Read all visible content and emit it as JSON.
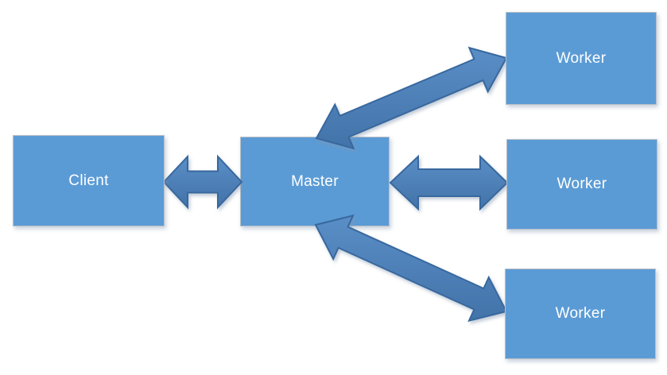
{
  "diagram": {
    "type": "architecture-topology",
    "nodes": [
      {
        "id": "client",
        "label": "Client"
      },
      {
        "id": "master",
        "label": "Master"
      },
      {
        "id": "worker-1",
        "label": "Worker"
      },
      {
        "id": "worker-2",
        "label": "Worker"
      },
      {
        "id": "worker-3",
        "label": "Worker"
      }
    ],
    "edges": [
      {
        "from": "client",
        "to": "master",
        "direction": "bidirectional"
      },
      {
        "from": "master",
        "to": "worker-1",
        "direction": "bidirectional"
      },
      {
        "from": "master",
        "to": "worker-2",
        "direction": "bidirectional"
      },
      {
        "from": "master",
        "to": "worker-3",
        "direction": "bidirectional"
      }
    ],
    "colors": {
      "node_fill": "#5b9bd5",
      "node_border": "#b9c0c8",
      "node_text": "#ffffff",
      "arrow_fill_top": "#5a8ec6",
      "arrow_fill_bottom": "#4273a9",
      "arrow_border": "#38689e",
      "background": "#ffffff"
    }
  }
}
